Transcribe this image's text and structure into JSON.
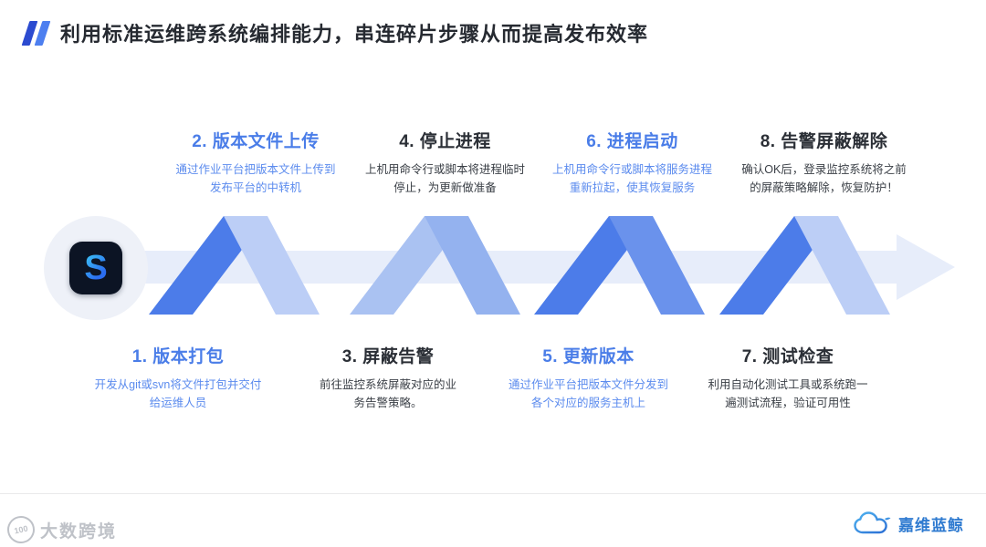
{
  "header": {
    "title": "利用标准运维跨系统编排能力，串连碎片步骤从而提高发布效率"
  },
  "logo_badge": {
    "letter": "S"
  },
  "steps": [
    {
      "title": "1. 版本打包",
      "desc": "开发从git或svn将文件打包并交付给运维人员"
    },
    {
      "title": "2. 版本文件上传",
      "desc": "通过作业平台把版本文件上传到发布平台的中转机"
    },
    {
      "title": "3. 屏蔽告警",
      "desc": "前往监控系统屏蔽对应的业务告警策略。"
    },
    {
      "title": "4. 停止进程",
      "desc": "上机用命令行或脚本将进程临时停止，为更新做准备"
    },
    {
      "title": "5. 更新版本",
      "desc": "通过作业平台把版本文件分发到各个对应的服务主机上"
    },
    {
      "title": "6. 进程启动",
      "desc": "上机用命令行或脚本将服务进程重新拉起，使其恢复服务"
    },
    {
      "title": "7. 测试检查",
      "desc": "利用自动化测试工具或系统跑一遍测试流程，验证可用性"
    },
    {
      "title": "8. 告警屏蔽解除",
      "desc": "确认OK后，登录监控系统将之前的屏蔽策略解除，恢复防护！"
    }
  ],
  "footer": {
    "watermark_badge": "100",
    "watermark_text": "大数跨境",
    "brand_name": "嘉维蓝鲸"
  },
  "colors": {
    "accent_blue": "#4a7de8",
    "dark_text": "#2b2f36",
    "arrow_fill": "#e7edfa",
    "ribbon_dark": "#4c7ce9",
    "ribbon_mid": "#6a92ec",
    "ribbon_light_mid": "#94b2ef",
    "ribbon_light": "#aac2f2",
    "ribbon_pale": "#bccef6"
  }
}
